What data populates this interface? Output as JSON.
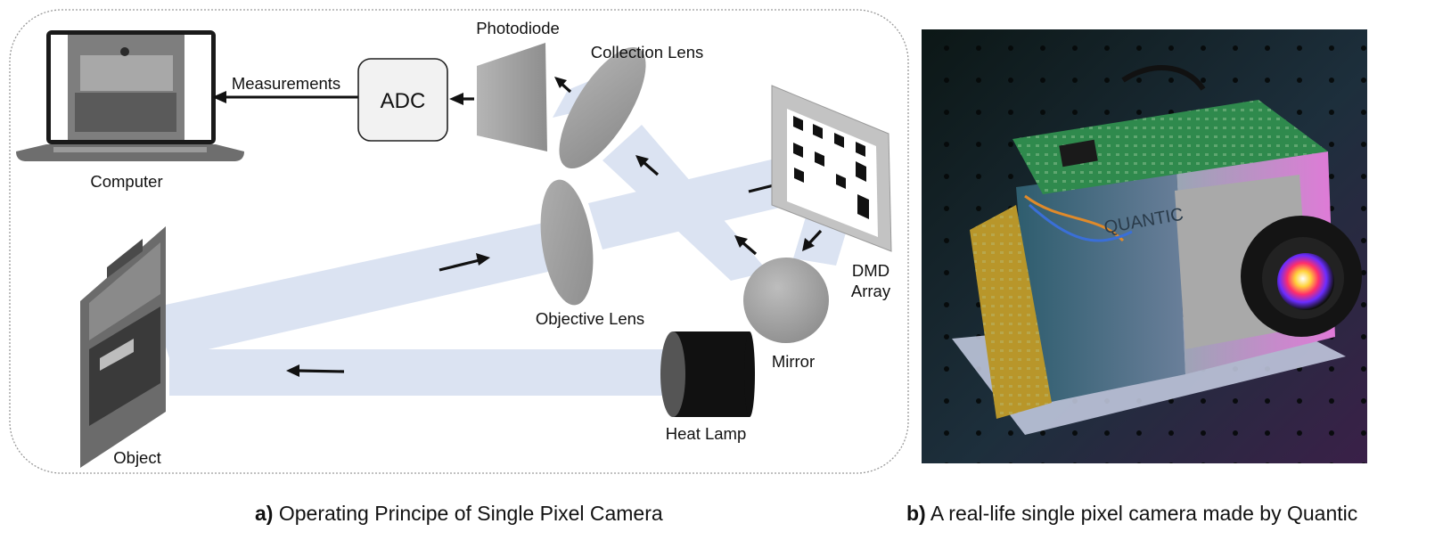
{
  "labels": {
    "photodiode": "Photodiode",
    "collection_lens": "Collection Lens",
    "measurements": "Measurements",
    "adc": "ADC",
    "computer": "Computer",
    "dmd_line1": "DMD",
    "dmd_line2": "Array",
    "objective_lens": "Objective Lens",
    "mirror": "Mirror",
    "object": "Object",
    "heat_lamp": "Heat Lamp"
  },
  "captions": {
    "a_prefix": "a)",
    "a_text": " Operating Principe of Single Pixel Camera",
    "b_prefix": "b)",
    "b_text": " A real-life single pixel camera made by Quantic"
  },
  "photo": {
    "brand_text": "QUANTIC"
  },
  "colors": {
    "beam": "#dbe3f2",
    "optic_gray": "#9c9c9c",
    "adc_fill": "#f2f2f2"
  }
}
